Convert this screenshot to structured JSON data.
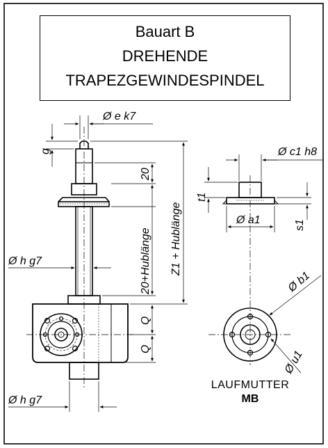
{
  "title": {
    "line1": "Bauart B",
    "line2": "DREHENDE",
    "line3": "TRAPEZGEWINDESPINDEL"
  },
  "dimensions": {
    "shaft_diameter": "Ø e k7",
    "length_g": "g",
    "length_20": "20",
    "stroke_lower": "20+Hublänge",
    "total_length": "Z1 + Hublänge",
    "shaft_h_top": "Ø h g7",
    "length_q_top": "Q",
    "length_q_bottom": "Q",
    "shaft_h_bottom": "Ø h g7",
    "nut_c1": "Ø c1 h8",
    "nut_t1": "t1",
    "nut_a1": "Ø a1",
    "nut_s1": "s1",
    "nut_b1": "Ø b1",
    "nut_u1": "Ø u1"
  },
  "nut_caption": {
    "line1": "LAUFMUTTER",
    "line2": "MB"
  }
}
